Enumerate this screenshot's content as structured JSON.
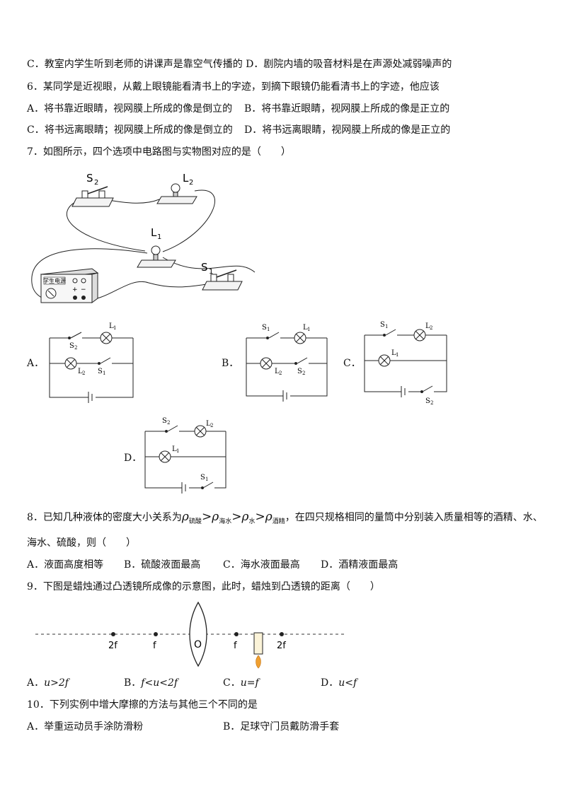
{
  "q5": {
    "opt_cd": "C．教室内学生听到老师的讲课声是靠空气传播的 D．剧院内墙的吸音材料是在声源处减弱噪声的"
  },
  "q6": {
    "stem": "6．某同学是近视眼，从戴上眼镜能看清书上的字迹，到摘下眼镜仍能看清书上的字迹，他应该",
    "a": "A．将书靠近眼睛，视网膜上所成的像是倒立的",
    "b": "B．将书靠近眼睛，视网膜上所成的像是正立的",
    "c": "C．将书远离眼睛；视网膜上所成的像是倒立的",
    "d": "D．将书远离眼睛，视网膜上所成的像是正立的"
  },
  "q7": {
    "stem": "7．如图所示，四个选项中电路图与实物图对应的是（　　）",
    "photo": {
      "s2": "S",
      "s2_sub": "2",
      "l2": "L",
      "l2_sub": "2",
      "l1": "L",
      "l1_sub": "1",
      "s1": "S",
      "s1_sub": "1",
      "power": "学生电源",
      "plus": "+",
      "minus": "−"
    },
    "opt_a": "A．",
    "opt_b": "B．",
    "opt_c": "C．",
    "opt_d": "D．",
    "lbl": {
      "S1": "S",
      "S2": "S",
      "L1": "L",
      "L2": "L",
      "one": "1",
      "two": "2"
    }
  },
  "q8": {
    "stem_pre": "8．已知几种液体的密度大小关系为",
    "rho": "ρ",
    "sub1": "硫酸",
    "sub2": "海水",
    "sub3": "水",
    "sub4": "酒精",
    "gt": ">",
    "stem_post": "，在四只规格相同的量筒中分别装入质量相等的酒精、水、",
    "stem2": "海水、硫酸，则（　　）",
    "a": "A．液面高度相等",
    "b": "B．硫酸液面最高",
    "c": "C．海水液面最高",
    "d": "D．酒精液面最高"
  },
  "q9": {
    "stem": "9．下图是蜡烛通过凸透镜所成像的示意图，此时，蜡烛到凸透镜的距离（　　）",
    "labels": {
      "two_f_left": "2f",
      "f_left": "f",
      "o": "O",
      "f_right": "f",
      "two_f_right": "2f"
    },
    "a_pre": "A．",
    "a_math": "u>2f",
    "b_pre": "B．",
    "b_math": "f<u<2f",
    "c_pre": "C．",
    "c_math": "u=f",
    "d_pre": "D．",
    "d_math": "u<f"
  },
  "q10": {
    "stem": "10．下列实例中增大摩擦的方法与其他三个不同的是",
    "a": "A．举重运动员手涂防滑粉",
    "b": "B．足球守门员戴防滑手套"
  }
}
